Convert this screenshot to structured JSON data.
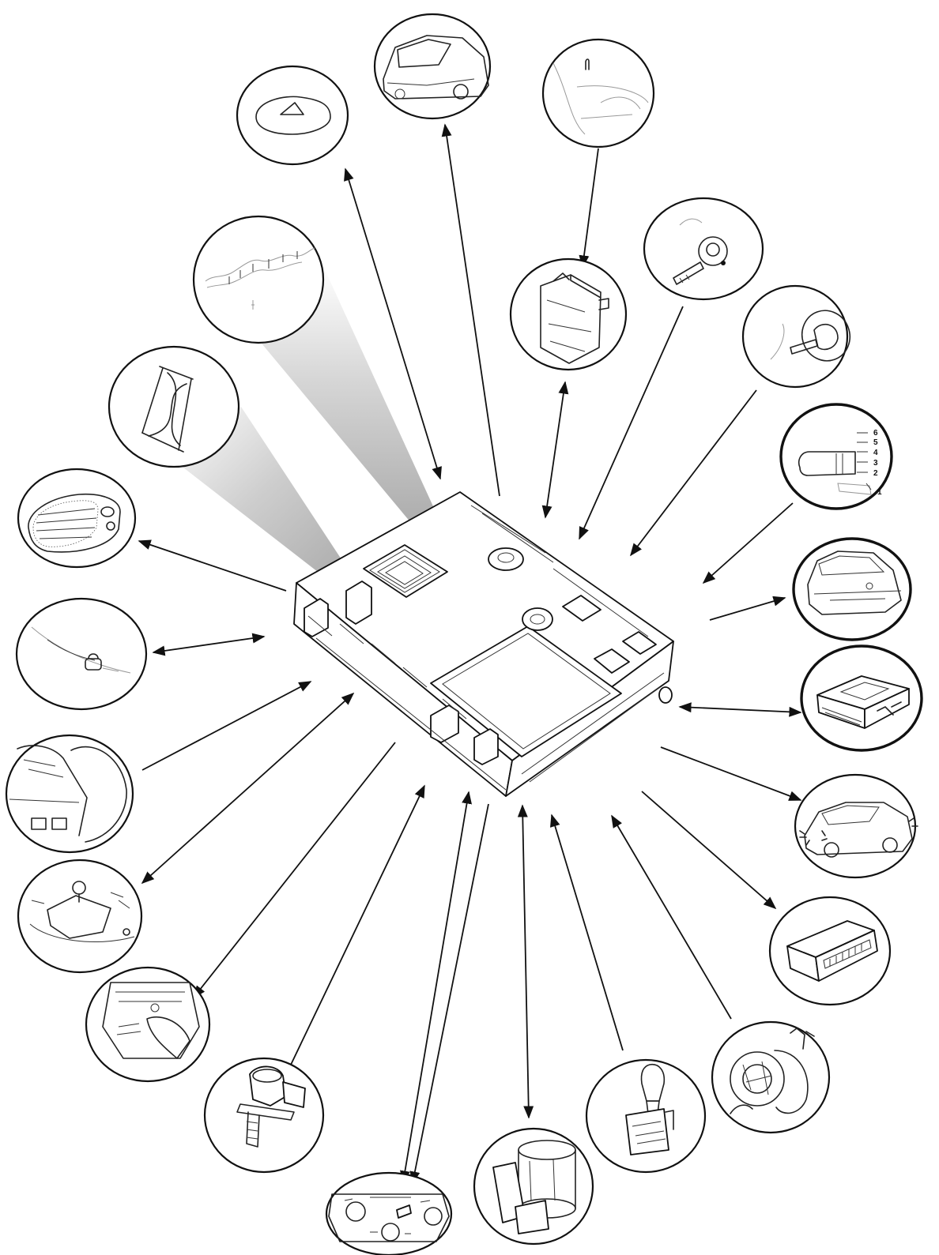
{
  "colors": {
    "ink": "#111111",
    "background": "#ffffff",
    "beam": "#9a9a9a"
  },
  "module": {
    "icon": "bsi-module-icon"
  },
  "peripherals": [
    {
      "id": "hazard-warning-switch",
      "icon": "hazard-warning-icon"
    },
    {
      "id": "rear-screen-heating",
      "icon": "car-rear-screen-icon"
    },
    {
      "id": "door-lock-motor",
      "icon": "door-lock-icon"
    },
    {
      "id": "instrument-panel-unit",
      "icon": "control-unit-icon"
    },
    {
      "id": "ignition-key",
      "icon": "key-icon"
    },
    {
      "id": "remote-key-transponder",
      "icon": "remote-key-icon"
    },
    {
      "id": "wiper-stalk-switch",
      "icon": "stalk-switch-icon",
      "labels": [
        "6",
        "5",
        "4",
        "3",
        "2",
        "1"
      ]
    },
    {
      "id": "interior-lighting",
      "icon": "car-interior-icon"
    },
    {
      "id": "engine-ecu",
      "icon": "ecu-icon"
    },
    {
      "id": "exterior-lights",
      "icon": "car-lights-icon"
    },
    {
      "id": "diagnostic-socket",
      "icon": "diagnostic-connector-icon"
    },
    {
      "id": "alternator",
      "icon": "alternator-icon"
    },
    {
      "id": "gear-lever",
      "icon": "gear-lever-icon"
    },
    {
      "id": "fuel-pump-gauge",
      "icon": "fuel-sender-icon"
    },
    {
      "id": "heater-control-panel",
      "icon": "heater-controls-icon"
    },
    {
      "id": "vehicle-speed-sensor",
      "icon": "speed-sensor-icon"
    },
    {
      "id": "headlamp",
      "icon": "headlamp-icon"
    },
    {
      "id": "brake-fluid-level",
      "icon": "brake-master-icon"
    },
    {
      "id": "seat-belt-warning",
      "icon": "seat-icon"
    },
    {
      "id": "boot-lock",
      "icon": "tailgate-lock-icon"
    },
    {
      "id": "courtesy-lamp",
      "icon": "courtesy-lamp-icon"
    },
    {
      "id": "timer",
      "icon": "hourglass-icon"
    },
    {
      "id": "audible-warning",
      "icon": "buzzer-icon"
    }
  ]
}
